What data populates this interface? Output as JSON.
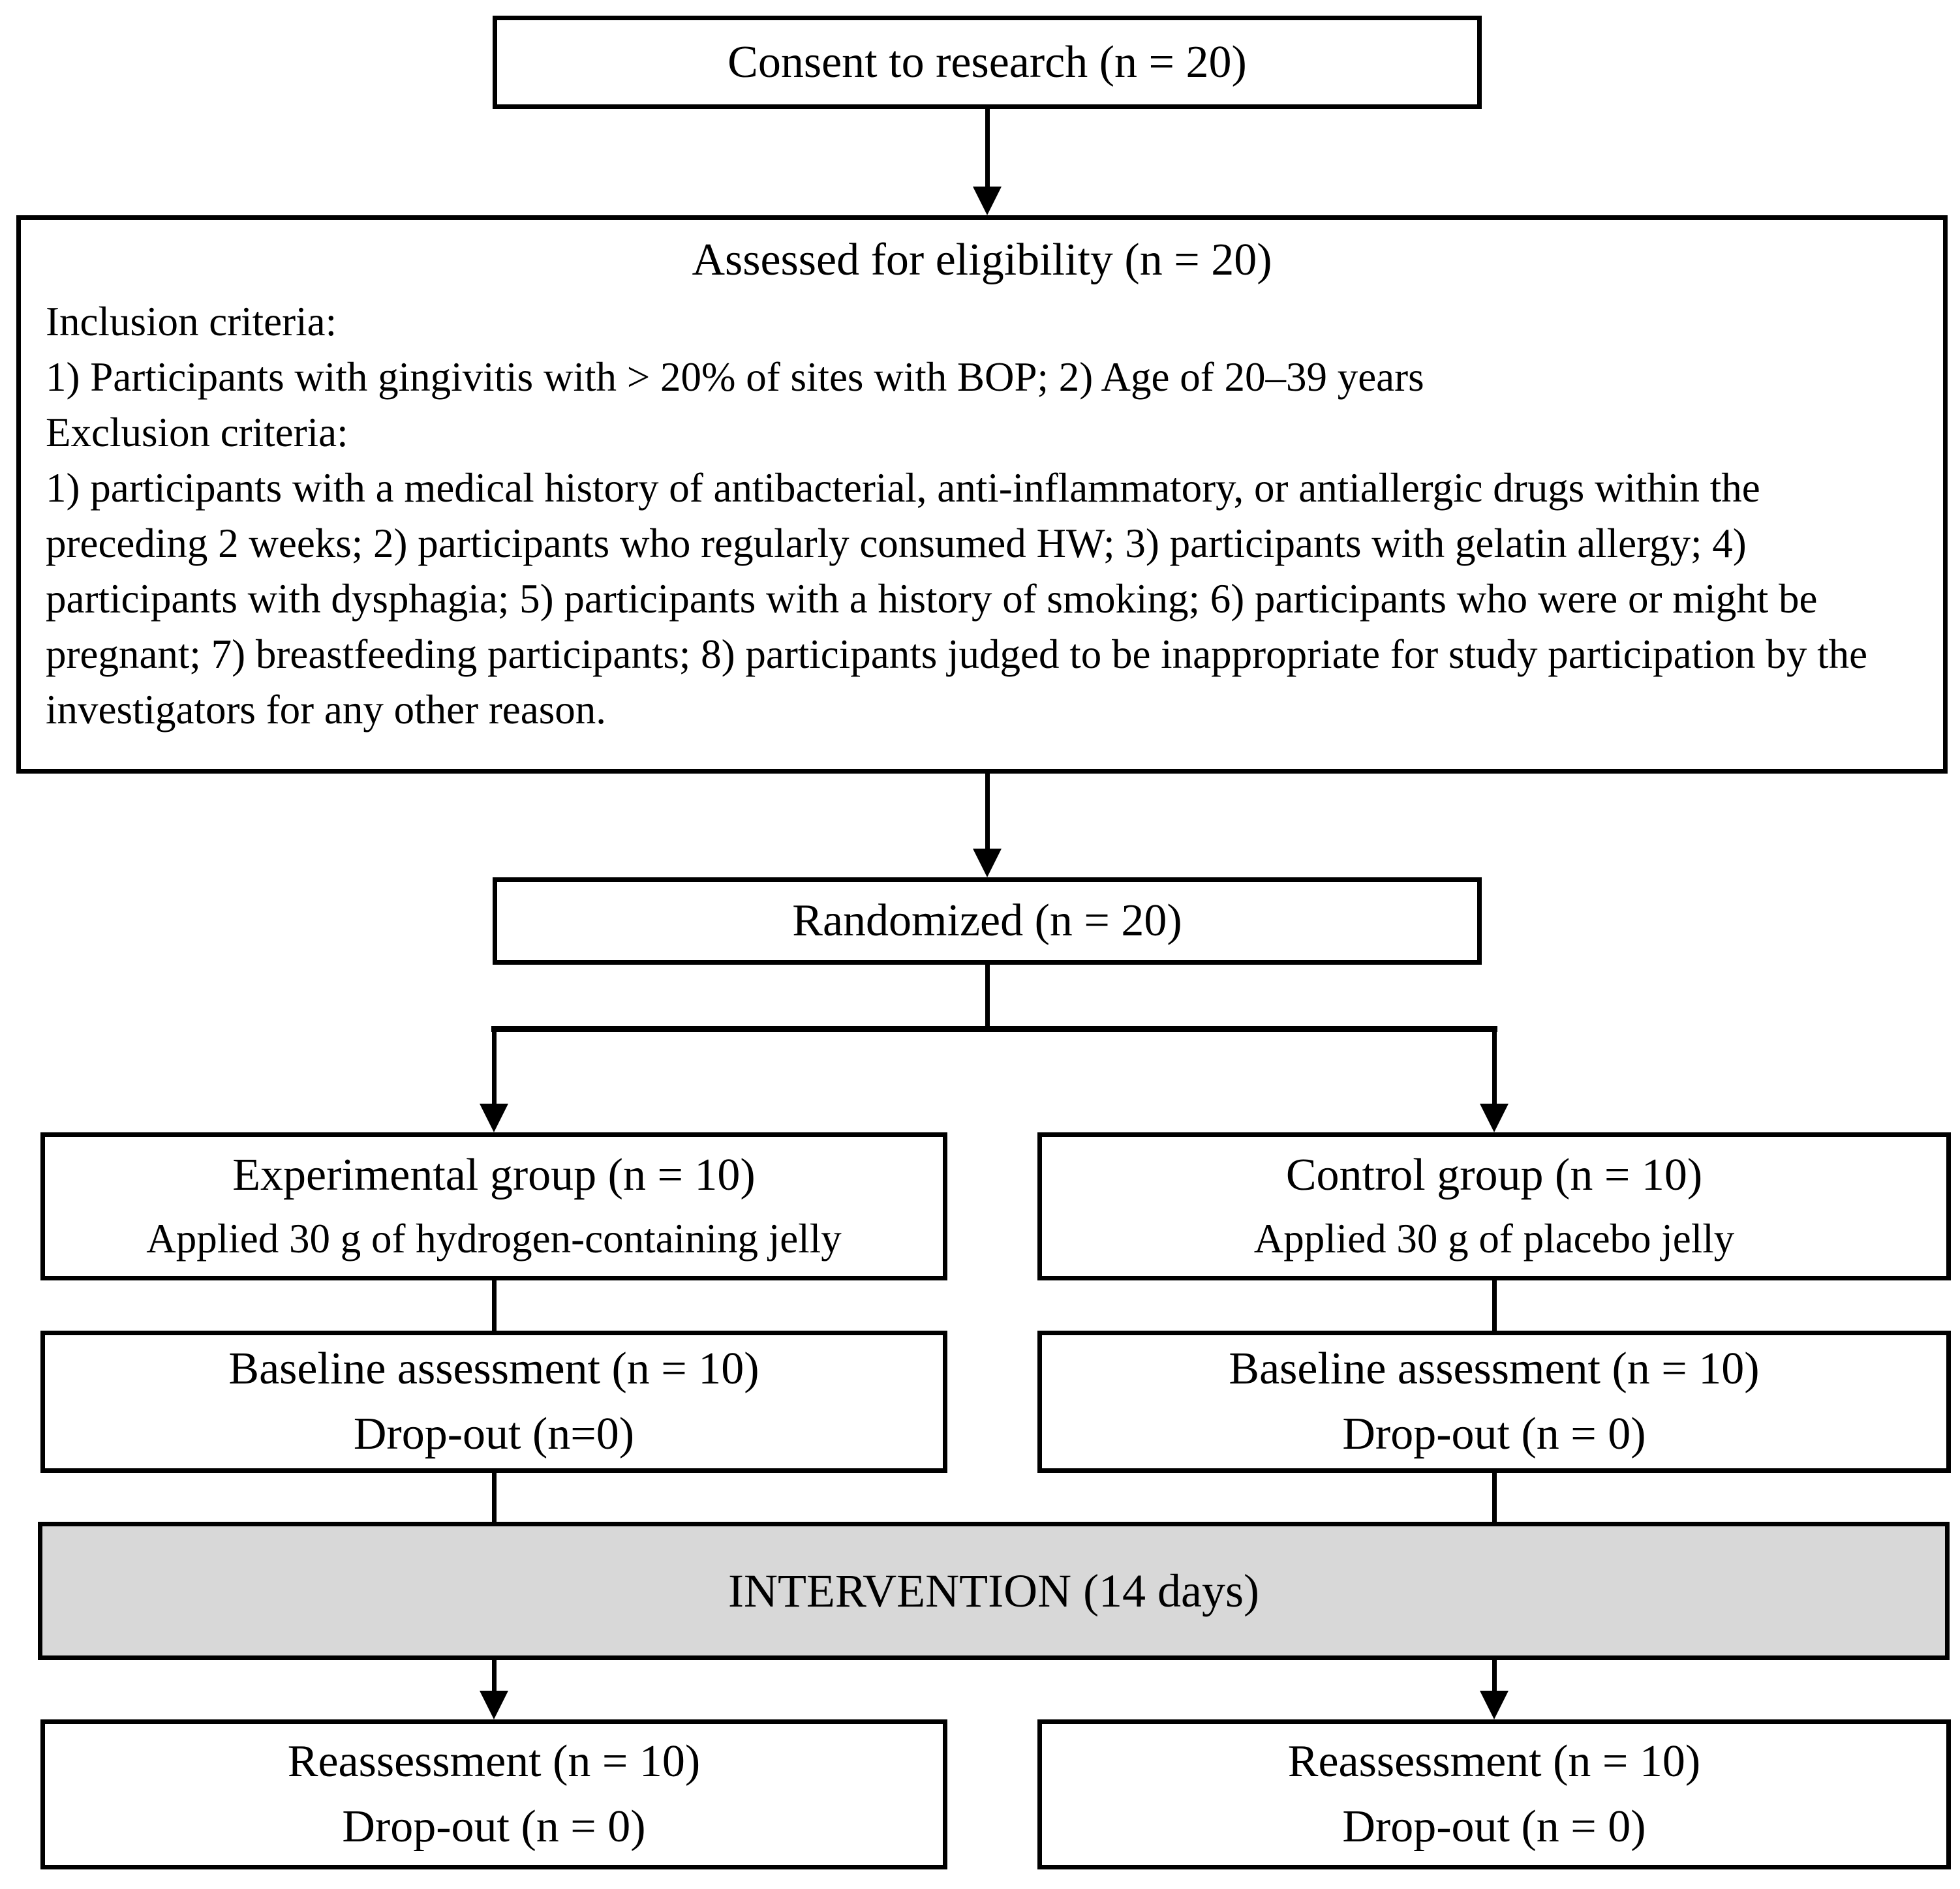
{
  "figure": {
    "consent": {
      "label": "Consent to research (n = 20)"
    },
    "eligibility": {
      "title": "Assessed for eligibility (n = 20)",
      "inclusion_heading": "Inclusion criteria:",
      "inclusion_text": "1) Participants with gingivitis with > 20% of sites with BOP; 2) Age of 20–39 years",
      "exclusion_heading": "Exclusion criteria:",
      "exclusion_text": "1) participants with a medical history of antibacterial, anti-inflammatory, or antiallergic drugs within the preceding 2 weeks; 2) participants who regularly consumed HW; 3) participants with gelatin allergy; 4) participants with dysphagia; 5) participants with a history of smoking; 6) participants who were or might be pregnant; 7) breastfeeding participants; 8) participants judged to be inappropriate for study participation by the investigators for any other reason."
    },
    "randomized": {
      "label": "Randomized (n = 20)"
    },
    "experimental_group": {
      "title": "Experimental group (n = 10)",
      "subtitle": "Applied 30 g of hydrogen-containing jelly"
    },
    "control_group": {
      "title": "Control group (n = 10)",
      "subtitle": "Applied 30 g of placebo jelly"
    },
    "baseline_left": {
      "line1": "Baseline assessment (n = 10)",
      "line2": "Drop-out (n=0)"
    },
    "baseline_right": {
      "line1": "Baseline assessment (n = 10)",
      "line2": "Drop-out (n = 0)"
    },
    "intervention": {
      "label": "INTERVENTION (14 days)"
    },
    "reassessment_left": {
      "line1": "Reassessment (n = 10)",
      "line2": "Drop-out (n = 0)"
    },
    "reassessment_right": {
      "line1": "Reassessment (n = 10)",
      "line2": "Drop-out (n = 0)"
    }
  },
  "colors": {
    "background": "#ffffff",
    "line_color": "#000000",
    "intervention_fill": "#d8d8d8"
  }
}
